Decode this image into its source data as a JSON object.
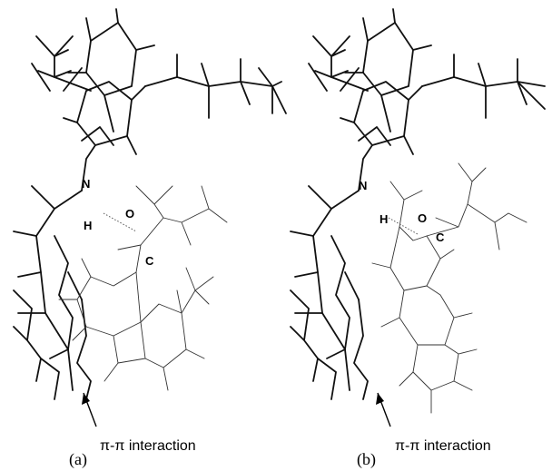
{
  "panels": [
    {
      "id": "a",
      "tag": "(a)",
      "atoms": {
        "N": "N",
        "H": "H",
        "O": "O",
        "C": "C"
      },
      "annotation": "π-π interaction"
    },
    {
      "id": "b",
      "tag": "(b)",
      "atoms": {
        "N": "N",
        "H": "H",
        "O": "O",
        "C": "C"
      },
      "annotation": "π-π interaction"
    }
  ],
  "colors": {
    "ink": "#111111",
    "light_ink": "#333333",
    "background": "#ffffff"
  }
}
